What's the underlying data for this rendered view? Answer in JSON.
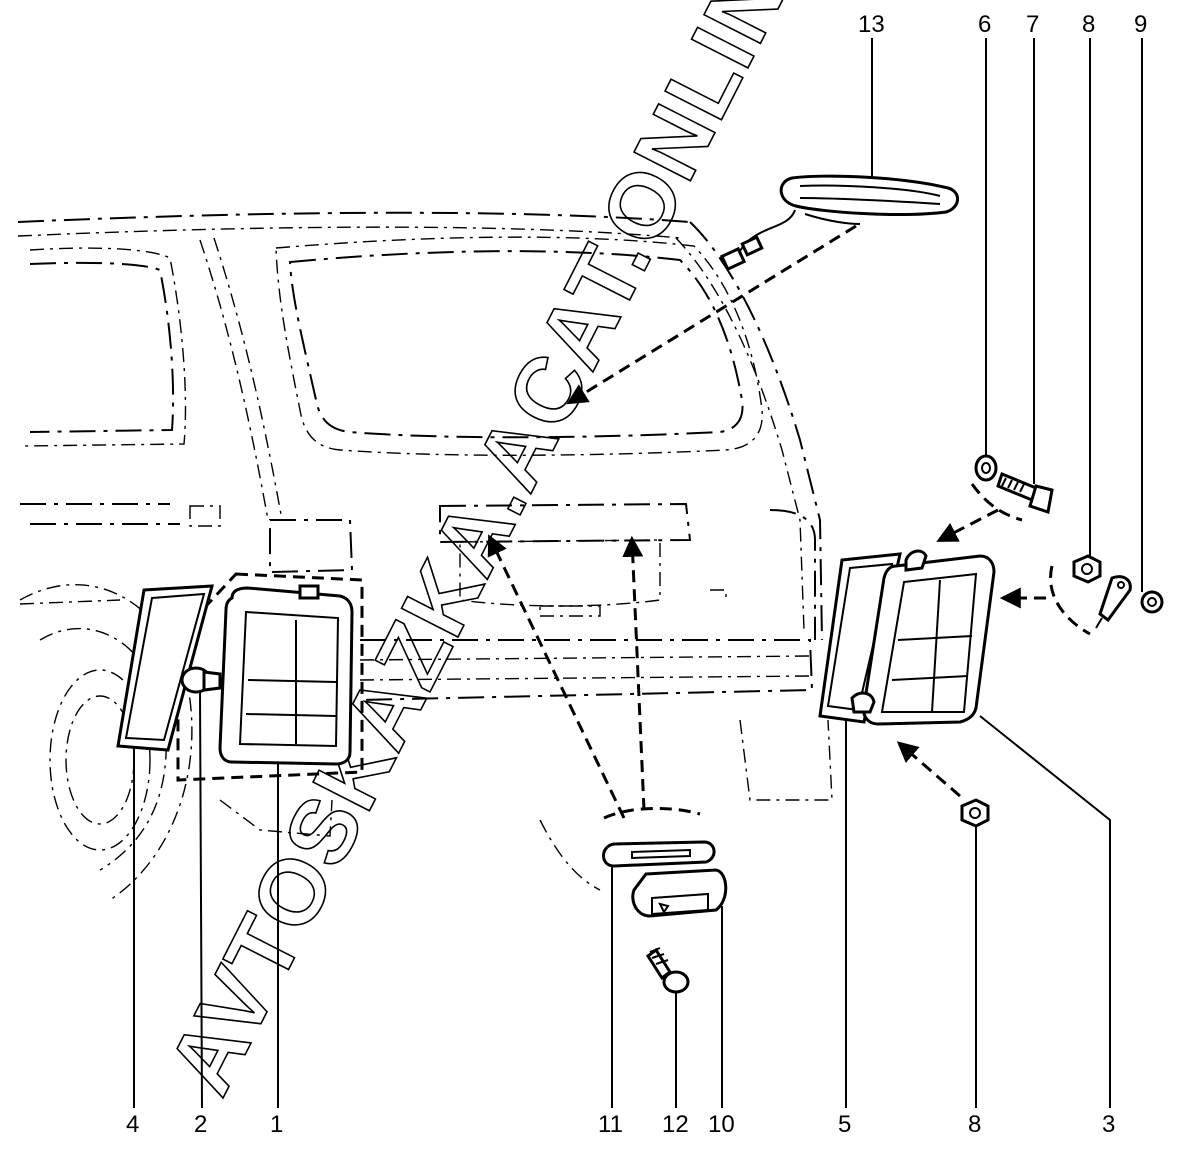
{
  "diagram": {
    "callouts": [
      {
        "id": "c1",
        "label": "1"
      },
      {
        "id": "c2",
        "label": "2"
      },
      {
        "id": "c3",
        "label": "3"
      },
      {
        "id": "c4",
        "label": "4"
      },
      {
        "id": "c5",
        "label": "5"
      },
      {
        "id": "c6",
        "label": "6"
      },
      {
        "id": "c7",
        "label": "7"
      },
      {
        "id": "c8a",
        "label": "8"
      },
      {
        "id": "c8b",
        "label": "8"
      },
      {
        "id": "c9",
        "label": "9"
      },
      {
        "id": "c10",
        "label": "10"
      },
      {
        "id": "c11",
        "label": "11"
      },
      {
        "id": "c12",
        "label": "12"
      },
      {
        "id": "c13",
        "label": "13"
      }
    ],
    "watermark": "AVTOSKAZKA.ACAT.ONLINE"
  }
}
